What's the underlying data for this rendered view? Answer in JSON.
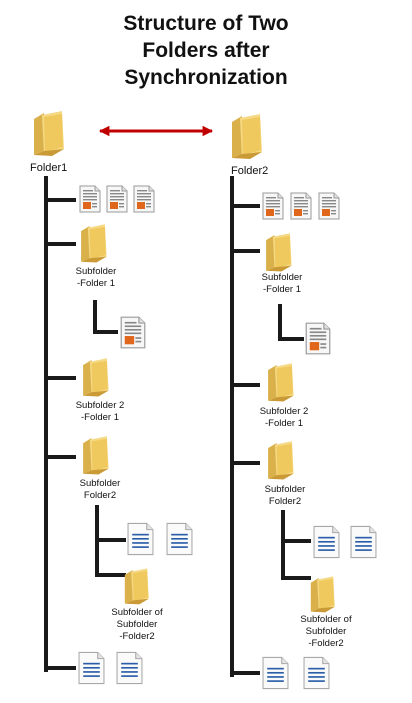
{
  "title_line1": "Structure of Two",
  "title_line2": "Folders after",
  "title_line3": "Synchronization",
  "sync_arrow": {
    "color": "#c00000",
    "meaning": "bidirectional-sync"
  },
  "left": {
    "root": "Folder1",
    "sub1_l1": "Subfolder",
    "sub1_l2": "-Folder 1",
    "sub2_l1": "Subfolder 2",
    "sub2_l2": "-Folder 1",
    "sub3_l1": "Subfolder",
    "sub3_l2": "Folder2",
    "sub4_l1": "Subfolder of",
    "sub4_l2": "Subfolder",
    "sub4_l3": "-Folder2"
  },
  "right": {
    "root": "Folder2",
    "sub1_l1": "Subfolder",
    "sub1_l2": "-Folder 1",
    "sub2_l1": "Subfolder 2",
    "sub2_l2": "-Folder 1",
    "sub3_l1": "Subfolder",
    "sub3_l2": "Folder2",
    "sub4_l1": "Subfolder of",
    "sub4_l2": "Subfolder",
    "sub4_l3": "-Folder2"
  },
  "icons": {
    "folder": "folder-icon",
    "image_doc": "document-with-orange-image-icon",
    "text_doc": "text-document-icon"
  },
  "colors": {
    "folder": "#f2d27a",
    "folder_dark": "#d9b04a",
    "doc_lines": "#2a5ea8",
    "doc_image": "#e0661b",
    "tree": "#1a1a1a"
  }
}
